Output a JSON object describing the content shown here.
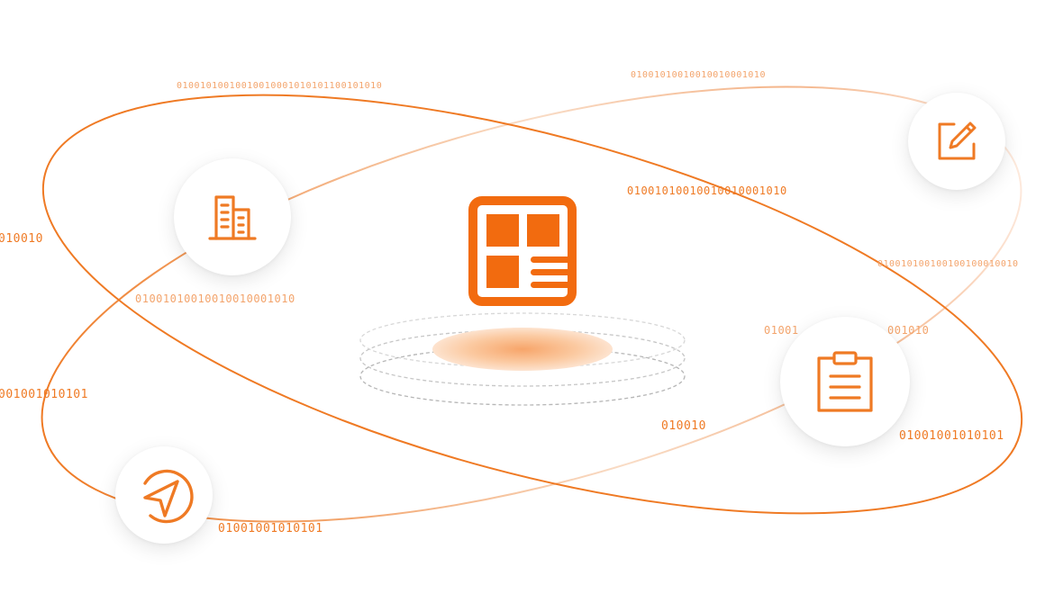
{
  "colors": {
    "accent": "#ef7a24",
    "accent_fill": "#f26b0f",
    "ring_gray": "#b9b9b9"
  },
  "binary_strings": {
    "top_left": "01001010010010010001010101100101010",
    "top_right": "01001010010010010001010",
    "middle_right": "01001010010010010001010",
    "left_edge_upper": "010010",
    "mid_left": "01001010010010010001010",
    "far_right": "010010100100100100010010",
    "right_of_clipboard_a": "01001",
    "right_of_clipboard_b": "001010",
    "left_edge_lower": "001001010101",
    "center_bottom": "010010",
    "clipboard_below": "01001001010101",
    "nav_right": "01001001010101"
  },
  "icons": {
    "center": "dashboard-layout-icon",
    "building": "building-icon",
    "edit": "edit-icon",
    "clipboard": "clipboard-icon",
    "navigation": "navigation-icon"
  }
}
